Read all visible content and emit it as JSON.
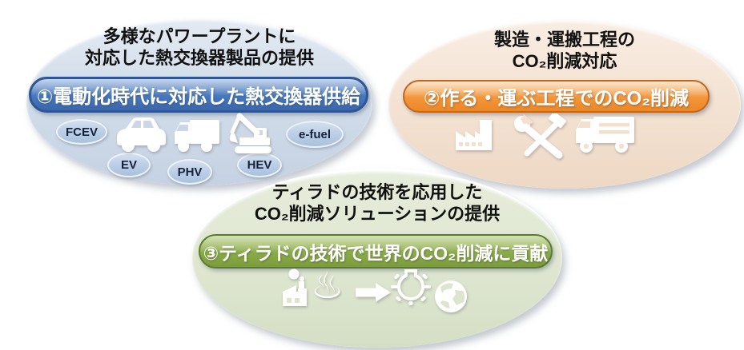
{
  "colors": {
    "background": "#FFFFFF",
    "powertrain_ellipse": "#D3DEEA",
    "powertrain_banner": "#4678BE",
    "powertrain_banner_border": "#2F5694",
    "badge_fill": "#B9CDE5",
    "badge_text": "#15213C",
    "manufacturing_ellipse": "#F3E1D1",
    "manufacturing_banner": "#F2953B",
    "manufacturing_banner_border": "#C2661C",
    "solution_ellipse": "#DEE6D0",
    "solution_banner": "#8AAB4A",
    "solution_banner_border": "#5C7C2B",
    "icon_color": "#FFFFFF",
    "title_text": "#111111",
    "banner_text": "#FFFFFF"
  },
  "groups": {
    "powertrain": {
      "title_line1": "多様なパワープラントに",
      "title_line2": "対応した熱交換器製品の提供",
      "banner_label": "①電動化時代に対応した熱交換器供給",
      "badges": [
        "FCEV",
        "EV",
        "PHV",
        "HEV",
        "e-fuel"
      ],
      "icons": [
        "car-icon",
        "truck-icon",
        "excavator-icon"
      ]
    },
    "manufacturing": {
      "title_line1": "製造・運搬工程の",
      "title_line2": "CO₂削減対応",
      "banner_label": "②作る・運ぶ工程でのCO₂削減",
      "icons": [
        "factory-icon",
        "tools-icon",
        "delivery-truck-icon"
      ]
    },
    "solution": {
      "title_line1": "ティラドの技術を応用した",
      "title_line2": "CO₂削減ソリューションの提供",
      "banner_label": "③ティラドの技術で世界のCO₂削減に貢献",
      "icons": [
        "factory-smoke-icon",
        "hot-spring-icon",
        "arrow-right-icon",
        "lightbulb-icon",
        "globe-icon"
      ]
    }
  },
  "icon_glyphs": {
    "hot_spring": "♨"
  }
}
